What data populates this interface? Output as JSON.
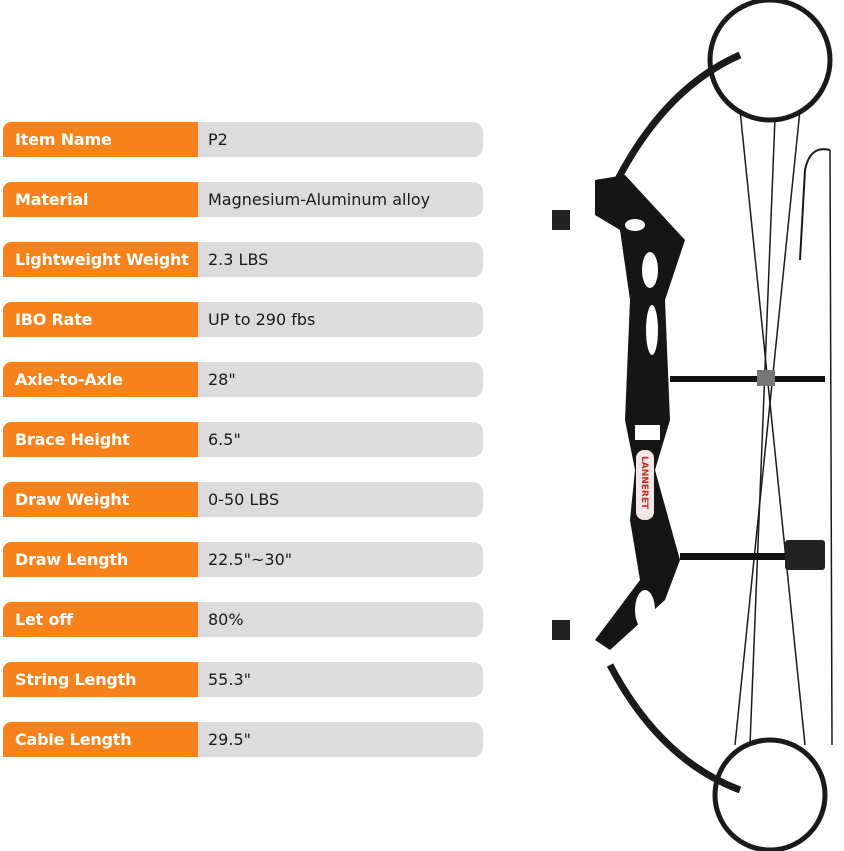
{
  "specs": [
    {
      "label": "Item Name",
      "value": "P2"
    },
    {
      "label": "Material",
      "value": "Magnesium-Aluminum alloy"
    },
    {
      "label": "Lightweight Weight",
      "value": "2.3 LBS"
    },
    {
      "label": "IBO Rate",
      "value": "UP to 290 fbs"
    },
    {
      "label": "Axle-to-Axle",
      "value": "28\""
    },
    {
      "label": "Brace Height",
      "value": "6.5\""
    },
    {
      "label": "Draw Weight",
      "value": "0-50 LBS"
    },
    {
      "label": "Draw Length",
      "value": "22.5\"~30\""
    },
    {
      "label": "Let off",
      "value": "80%"
    },
    {
      "label": "String Length",
      "value": "55.3\""
    },
    {
      "label": "Cable Length",
      "value": "29.5\""
    }
  ],
  "product": {
    "logo_text": "LANNERET"
  },
  "colors": {
    "label_bg": "#f7821b",
    "value_bg": "#dcdcdc",
    "bow": "#111111"
  }
}
